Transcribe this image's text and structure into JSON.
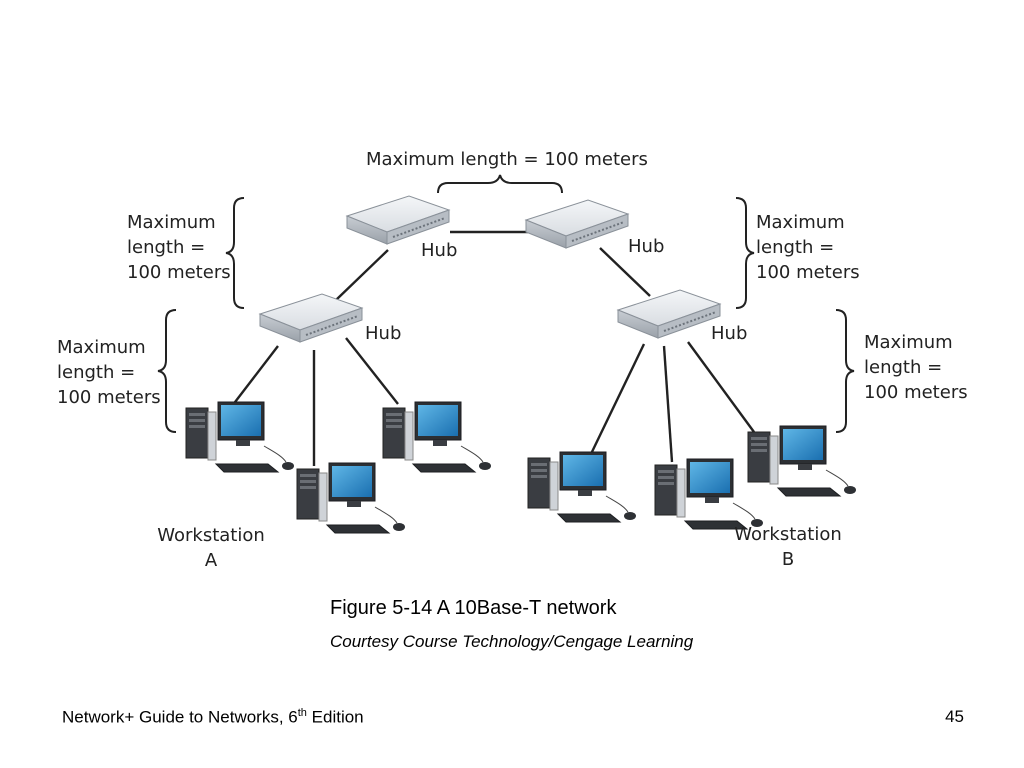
{
  "diagram": {
    "top_length_label": "Maximum length = 100 meters",
    "left_upper_length_label": "Maximum\nlength =\n100 meters",
    "left_lower_length_label": "Maximum\nlength =\n100 meters",
    "right_upper_length_label": "Maximum\nlength =\n100 meters",
    "right_lower_length_label": "Maximum\nlength =\n100 meters",
    "hub_label": "Hub",
    "workstation_a_line1": "Workstation",
    "workstation_a_line2": "A",
    "workstation_b_line1": "Workstation",
    "workstation_b_line2": "B"
  },
  "caption": "Figure 5-14 A 10Base-T network",
  "credit": "Courtesy Course Technology/Cengage Learning",
  "footer": {
    "book_title_prefix": "Network+ Guide to Networks, 6",
    "book_title_sup": "th",
    "book_title_suffix": " Edition",
    "page_number": "45"
  }
}
